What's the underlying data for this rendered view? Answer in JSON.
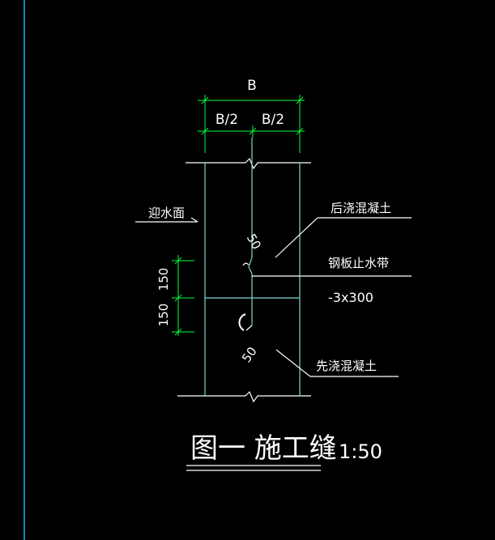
{
  "colors": {
    "background": "#000000",
    "dimension": "#00ff3c",
    "wall": "#7fd8d0",
    "border": "#19b6e8",
    "leader": "#ffffff",
    "text": "#ffffff"
  },
  "dimensions": {
    "total_width": "B",
    "half_width_left": "B/2",
    "half_width_right": "B/2",
    "upper_offset": "150",
    "lower_offset": "150",
    "bend_upper": "50",
    "bend_lower": "50"
  },
  "labels": {
    "water_face": "迎水面",
    "later_pour_concrete": "后浇混凝土",
    "steel_waterstop": "钢板止水带",
    "waterstop_spec": "-3x300",
    "first_pour_concrete": "先浇混凝土"
  },
  "title": {
    "text": "图一 施工缝",
    "scale": "1:50"
  }
}
